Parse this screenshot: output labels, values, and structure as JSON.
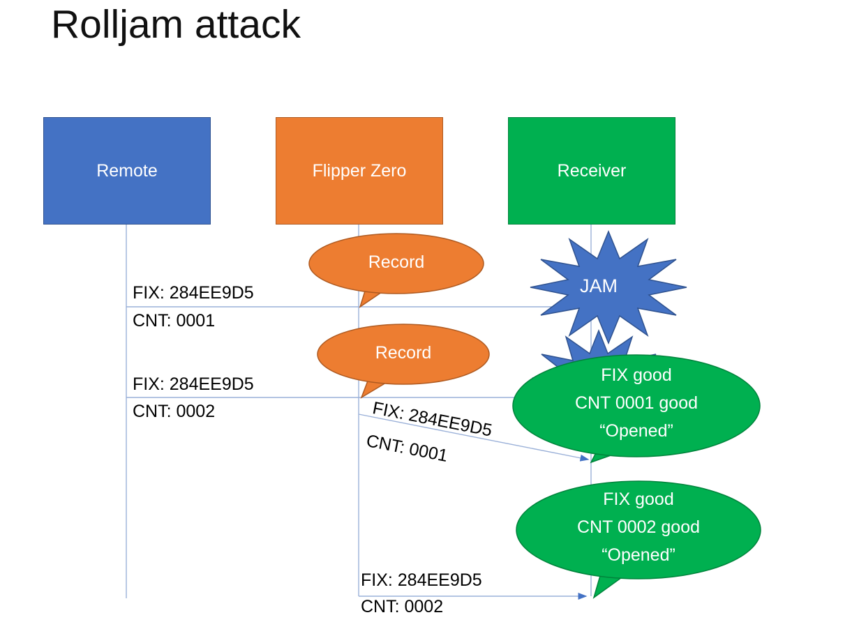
{
  "title": "Rolljam attack",
  "colors": {
    "remote_fill": "#4472C4",
    "remote_border": "#2F528F",
    "flipper_fill": "#ED7D31",
    "flipper_border": "#AE5A21",
    "receiver_fill": "#00B050",
    "receiver_border": "#00833B",
    "connector_line": "#9AB0D8",
    "arrowhead": "#4472C4"
  },
  "actors": [
    {
      "label": "Remote"
    },
    {
      "label": "Flipper Zero"
    },
    {
      "label": "Receiver"
    }
  ],
  "messages": [
    {
      "fix": "FIX: 284EE9D5",
      "cnt": "CNT: 0001"
    },
    {
      "fix": "FIX: 284EE9D5",
      "cnt": "CNT: 0002"
    },
    {
      "fix": "FIX: 284EE9D5",
      "cnt": "CNT: 0001"
    },
    {
      "fix": "FIX: 284EE9D5",
      "cnt": "CNT: 0002"
    }
  ],
  "callouts": {
    "record_1": "Record",
    "record_2": "Record",
    "jam": "JAM",
    "receiver_ok_1": {
      "line1": "FIX good",
      "line2": "CNT 0001 good",
      "line3": "“Opened”"
    },
    "receiver_ok_2": {
      "line1": "FIX good",
      "line2": "CNT 0002 good",
      "line3": "“Opened”"
    }
  }
}
